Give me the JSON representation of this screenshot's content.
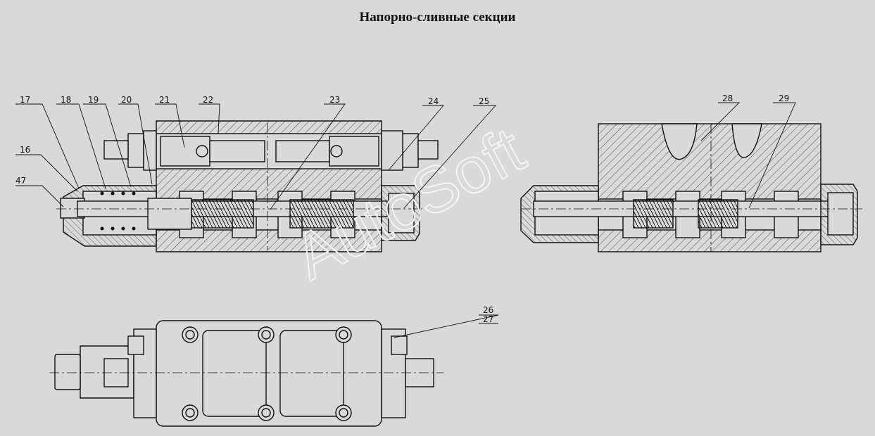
{
  "title": "Напорно-сливные секции",
  "watermark": "AutoSoft",
  "callouts": [
    "17",
    "18",
    "19",
    "20",
    "21",
    "22",
    "23",
    "24",
    "25",
    "16",
    "47",
    "28",
    "29",
    "26",
    "27"
  ],
  "colors": {
    "background": "#d9d9d9",
    "line": "#111111",
    "hatch": "#3a3a3a",
    "watermark": "#f4f4f4"
  }
}
